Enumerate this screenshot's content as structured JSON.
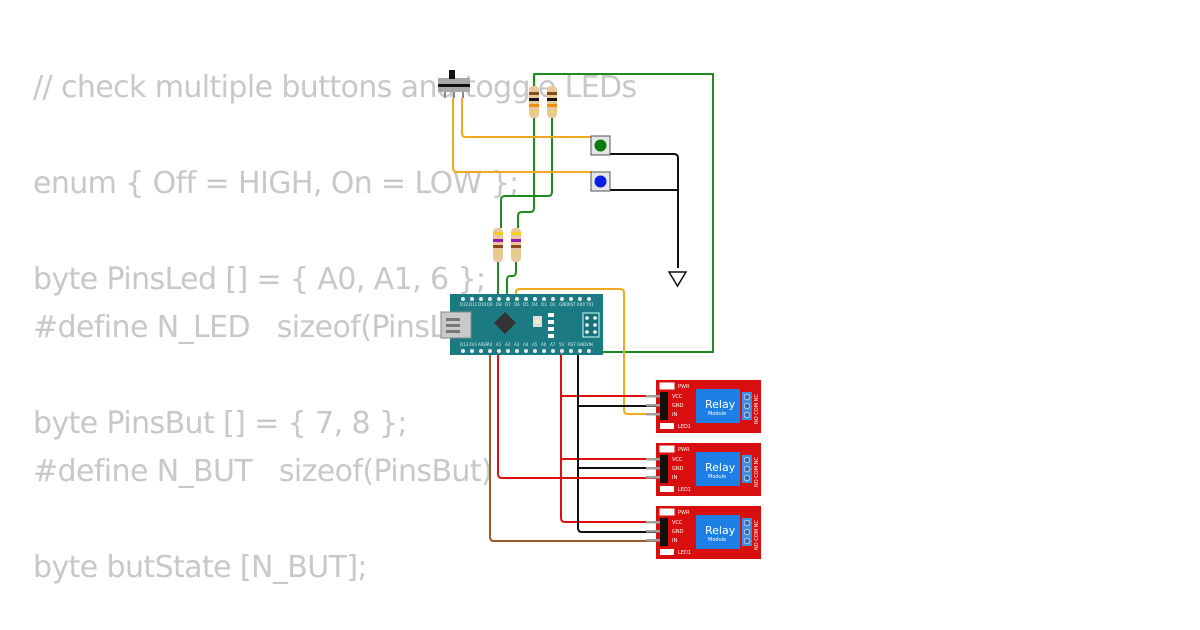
{
  "code": {
    "lines": [
      "// check multiple buttons and toggle LEDs",
      "enum { Off = HIGH, On = LOW };",
      "byte PinsLed [] = { A0, A1, 6 };",
      "#define N_LED   sizeof(PinsLed)",
      "byte PinsBut [] = { 7, 8 };",
      "#define N_BUT   sizeof(PinsBut)",
      "byte butState [N_BUT];"
    ]
  },
  "components": {
    "board": {
      "name": "Arduino Nano",
      "top_pins": [
        "D12",
        "D11",
        "D10",
        "D9",
        "D8",
        "D7",
        "D6",
        "D5",
        "D4",
        "D3",
        "D2",
        "GND",
        "RST",
        "RX0",
        "TX1"
      ],
      "bottom_pins": [
        "D13",
        "3V3",
        "AREF",
        "A0",
        "A1",
        "A2",
        "A3",
        "A4",
        "A5",
        "A6",
        "A7",
        "5V",
        "RST",
        "GND",
        "VIN"
      ],
      "reset_label": "RESET"
    },
    "relays": [
      {
        "title": "Relay",
        "subtitle": "Module",
        "pins": [
          "VCC",
          "GND",
          "IN"
        ],
        "leds": [
          "PWR",
          "LED1"
        ],
        "terminals": "NO COM NC"
      },
      {
        "title": "Relay",
        "subtitle": "Module",
        "pins": [
          "VCC",
          "GND",
          "IN"
        ],
        "leds": [
          "PWR",
          "LED1"
        ],
        "terminals": "NO COM NC"
      },
      {
        "title": "Relay",
        "subtitle": "Module",
        "pins": [
          "VCC",
          "GND",
          "IN"
        ],
        "leds": [
          "PWR",
          "LED1"
        ],
        "terminals": "NO COM NC"
      }
    ],
    "buttons": [
      {
        "name": "green-button",
        "color": "#0a7a0a"
      },
      {
        "name": "blue-button",
        "color": "#0a1ee0"
      }
    ],
    "resistors": 4,
    "slide_switch": 1,
    "ground_symbol": 1
  },
  "colors": {
    "wire_green": "#1f8a1f",
    "wire_orange": "#f0a81c",
    "wire_red": "#e01010",
    "wire_black": "#111111",
    "wire_brown": "#9a5a22",
    "wire_gray": "#a0a0a0",
    "board": "#1b7a82",
    "relay_board": "#d90f0f",
    "relay_body": "#1d7fe6",
    "code_text": "#c8c8c8"
  }
}
